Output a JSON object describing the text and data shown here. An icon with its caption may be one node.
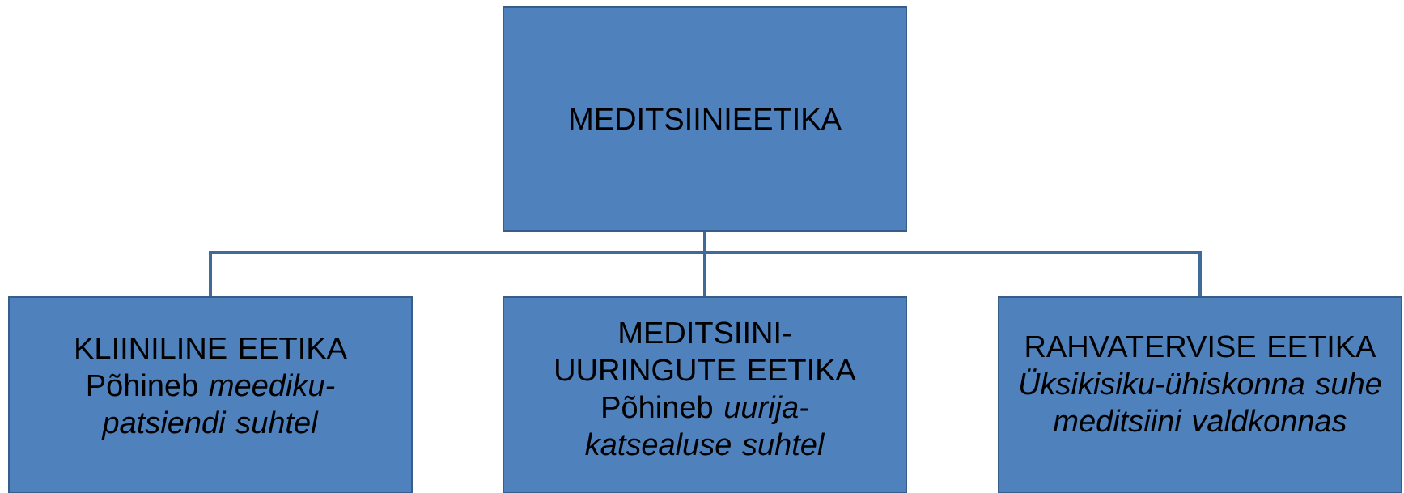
{
  "diagram": {
    "nodes": [
      {
        "text": [
          "MEDITSIINIEETIKA"
        ]
      },
      {
        "text": [
          "KLIINILINE EETIKA",
          "Põhineb *meediku-patsiendi suhtel*"
        ]
      },
      {
        "text": [
          "MEDITSIINI-UURINGUTE  EETIKA",
          "Põhineb *uurija-katsealuse suhtel*"
        ]
      },
      {
        "text": [
          "RAHVATERVISE EETIKA",
          "Üksikisiku-ühiskonna suhe meditsiini valdkonnas"
        ]
      }
    ],
    "edges": [
      {
        "from": 0,
        "to": 1,
        "arrow": "none"
      },
      {
        "from": 0,
        "to": 2,
        "arrow": "none"
      },
      {
        "from": 0,
        "to": 3,
        "arrow": "none"
      }
    ]
  }
}
